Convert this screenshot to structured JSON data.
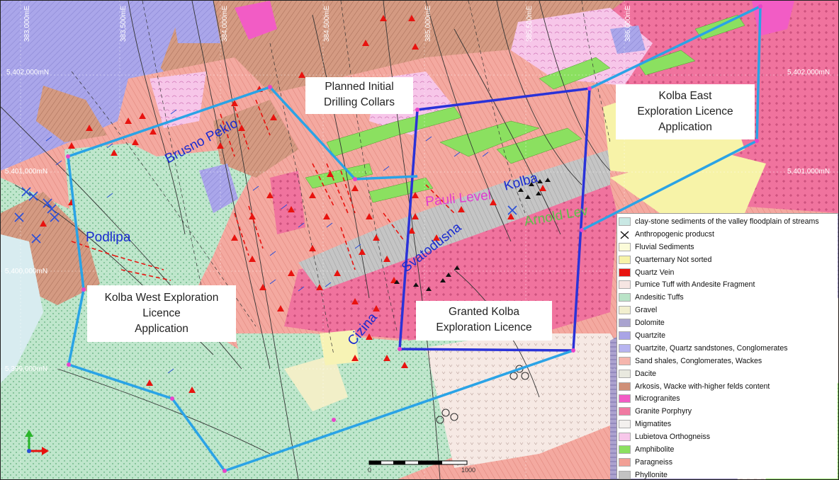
{
  "coordinates": {
    "northing": [
      "5,402,000mN",
      "5,401,000mN",
      "5,400,000mN",
      "5,399,000mN"
    ],
    "northing_right": [
      "5,402,000mN",
      "5,401,000mN"
    ],
    "easting": [
      "383,000mE",
      "383,500mE",
      "384,000mE",
      "384,500mE",
      "385,000mE",
      "385,500mE",
      "386,000mE"
    ]
  },
  "labels": {
    "planned": "Planned Initial\nDrilling Collars",
    "kolba_east": "Kolba East\nExploration Licence\nApplication",
    "kolba_west": "Kolba West Exploration\nLicence\nApplication",
    "granted": "Granted Kolba\nExploration Licence"
  },
  "places": {
    "brusno_peklo": "Brusno Peklo",
    "podlipa": "Podlipa",
    "pauli_level": "Pauli Level",
    "kolba": "Kolba",
    "arnold_lev": "Arnold Lev",
    "svatodusna": "Svatodusna",
    "cizina": "Cizina"
  },
  "scale": {
    "start": "0",
    "end": "1000"
  },
  "legend": [
    {
      "label": "clay-stone sediments of the valley floodplain of streams",
      "color": "#c9e8e4"
    },
    {
      "label": "Anthropogenic producst",
      "color": "#ffffff",
      "symbol": "x"
    },
    {
      "label": "Fluvial Sediments",
      "color": "#fbfbd9"
    },
    {
      "label": "Quarternary  Not sorted",
      "color": "#f7f3a8"
    },
    {
      "label": "Quartz Vein",
      "color": "#e8130f"
    },
    {
      "label": "Pumice Tuff with Andesite Fragment",
      "color": "#f6e5e2"
    },
    {
      "label": "Andesitic Tuffs",
      "color": "#b9e3c7"
    },
    {
      "label": "Gravel",
      "color": "#f2efcf"
    },
    {
      "label": "Dolomite",
      "color": "#a9a3cf"
    },
    {
      "label": "Quartzite",
      "color": "#a9a4e6"
    },
    {
      "label": "Quartzite, Quartz sandstones, Conglomerates",
      "color": "#b7b4f0"
    },
    {
      "label": "Sand shales, Conglomerates, Wackes",
      "color": "#f5b5ad"
    },
    {
      "label": "Dacite",
      "color": "#e9e9df"
    },
    {
      "label": "Arkosis, Wacke with-higher felds content",
      "color": "#cf8f77"
    },
    {
      "label": "Microgranites",
      "color": "#f25cc5"
    },
    {
      "label": "Granite Porphyry",
      "color": "#f07aa2"
    },
    {
      "label": "Migmatites",
      "color": "#f3f0ee"
    },
    {
      "label": "Lubietova Orthogneiss",
      "color": "#f7c7ea"
    },
    {
      "label": "Amphibolite",
      "color": "#8be060"
    },
    {
      "label": "Paragneiss",
      "color": "#f29f95"
    },
    {
      "label": "Phyllonite",
      "color": "#c2c2c2"
    }
  ],
  "colors": {
    "granted_boundary": "#2a32d8",
    "application_boundary": "#2aa3e6",
    "vertex": "#e844c9",
    "drill_collar": "#e8130f"
  }
}
